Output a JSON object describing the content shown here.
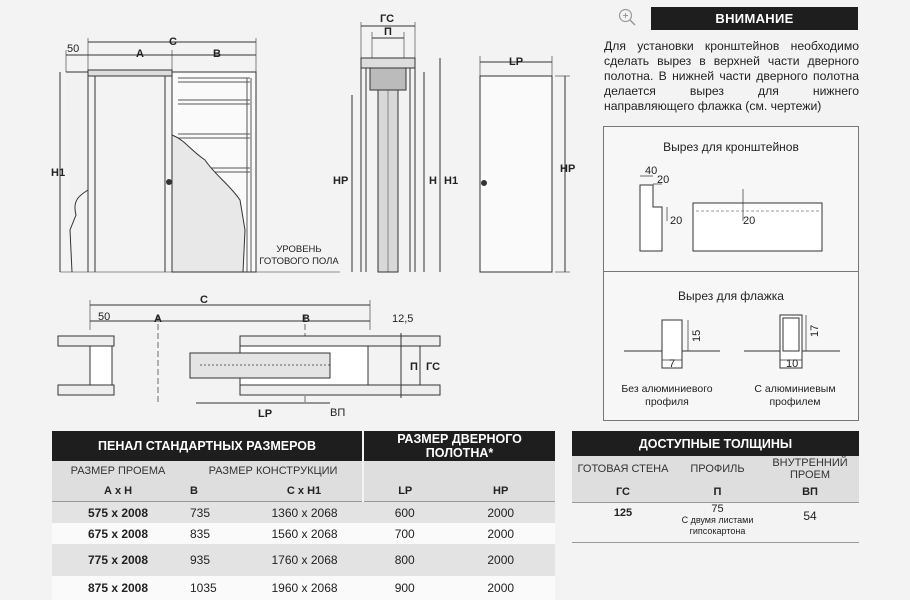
{
  "notice": {
    "title": "ВНИМАНИЕ",
    "text": "Для установки кронштейнов необходимо сделать вырез в верхней части дверного полотна. В нижней части дверного полотна делается вырез для нижнего направляющего флажка (см. чертежи)"
  },
  "panel_brackets": {
    "title": "Вырез для кронштейнов",
    "dims": [
      "40",
      "20",
      "20",
      "20"
    ]
  },
  "panel_flag": {
    "title": "Вырез для флажка",
    "left_caption_1": "Без алюминиевого",
    "left_caption_2": "профиля",
    "right_caption_1": "С алюминиевым",
    "right_caption_2": "профилем",
    "dims_left": [
      "15",
      "7"
    ],
    "dims_right": [
      "17",
      "10"
    ]
  },
  "drawing_labels": {
    "front": {
      "d50": "50",
      "a": "A",
      "b": "B",
      "c": "C",
      "h1": "H1"
    },
    "section": {
      "gc": "ГС",
      "p": "П",
      "hp": "HP",
      "h": "H",
      "h1": "H1"
    },
    "leaf": {
      "lp": "LP",
      "hp": "HP"
    },
    "floor": "УРОВЕНЬ ГОТОВОГО ПОЛА",
    "plan": {
      "c": "C",
      "d50": "50",
      "a": "A",
      "b": "B",
      "d12": "12,5",
      "p": "П",
      "gc": "ГС",
      "lp": "LP",
      "vp": "ВП"
    }
  },
  "table_main": {
    "head_left": "ПЕНАЛ СТАНДАРТНЫХ РАЗМЕРОВ",
    "head_right": "РАЗМЕР ДВЕРНОГО ПОЛОТНА*",
    "sub_opening": "РАЗМЕР ПРОЕМА",
    "sub_construction": "РАЗМЕР КОНСТРУКЦИИ",
    "cols": [
      "А x Н",
      "B",
      "C x H1",
      "LP",
      "HP"
    ],
    "rows": [
      [
        "575 x 2008",
        "735",
        "1360 x 2068",
        "600",
        "2000"
      ],
      [
        "675 x 2008",
        "835",
        "1560 x 2068",
        "700",
        "2000"
      ],
      [
        "775 x 2008",
        "935",
        "1760 x 2068",
        "800",
        "2000"
      ],
      [
        "875 x 2008",
        "1035",
        "1960 x 2068",
        "900",
        "2000"
      ]
    ]
  },
  "table_thick": {
    "head": "ДОСТУПНЫЕ ТОЛЩИНЫ",
    "sub": [
      "ГОТОВАЯ СТЕНА",
      "ПРОФИЛЬ",
      "ВНУТРЕННИЙ ПРОЕМ"
    ],
    "cols": [
      "ГС",
      "П",
      "ВП"
    ],
    "row": {
      "gc": "125",
      "p": "75",
      "p_note_1": "С двумя листами",
      "p_note_2": "гипсокартона",
      "vp": "54"
    }
  }
}
